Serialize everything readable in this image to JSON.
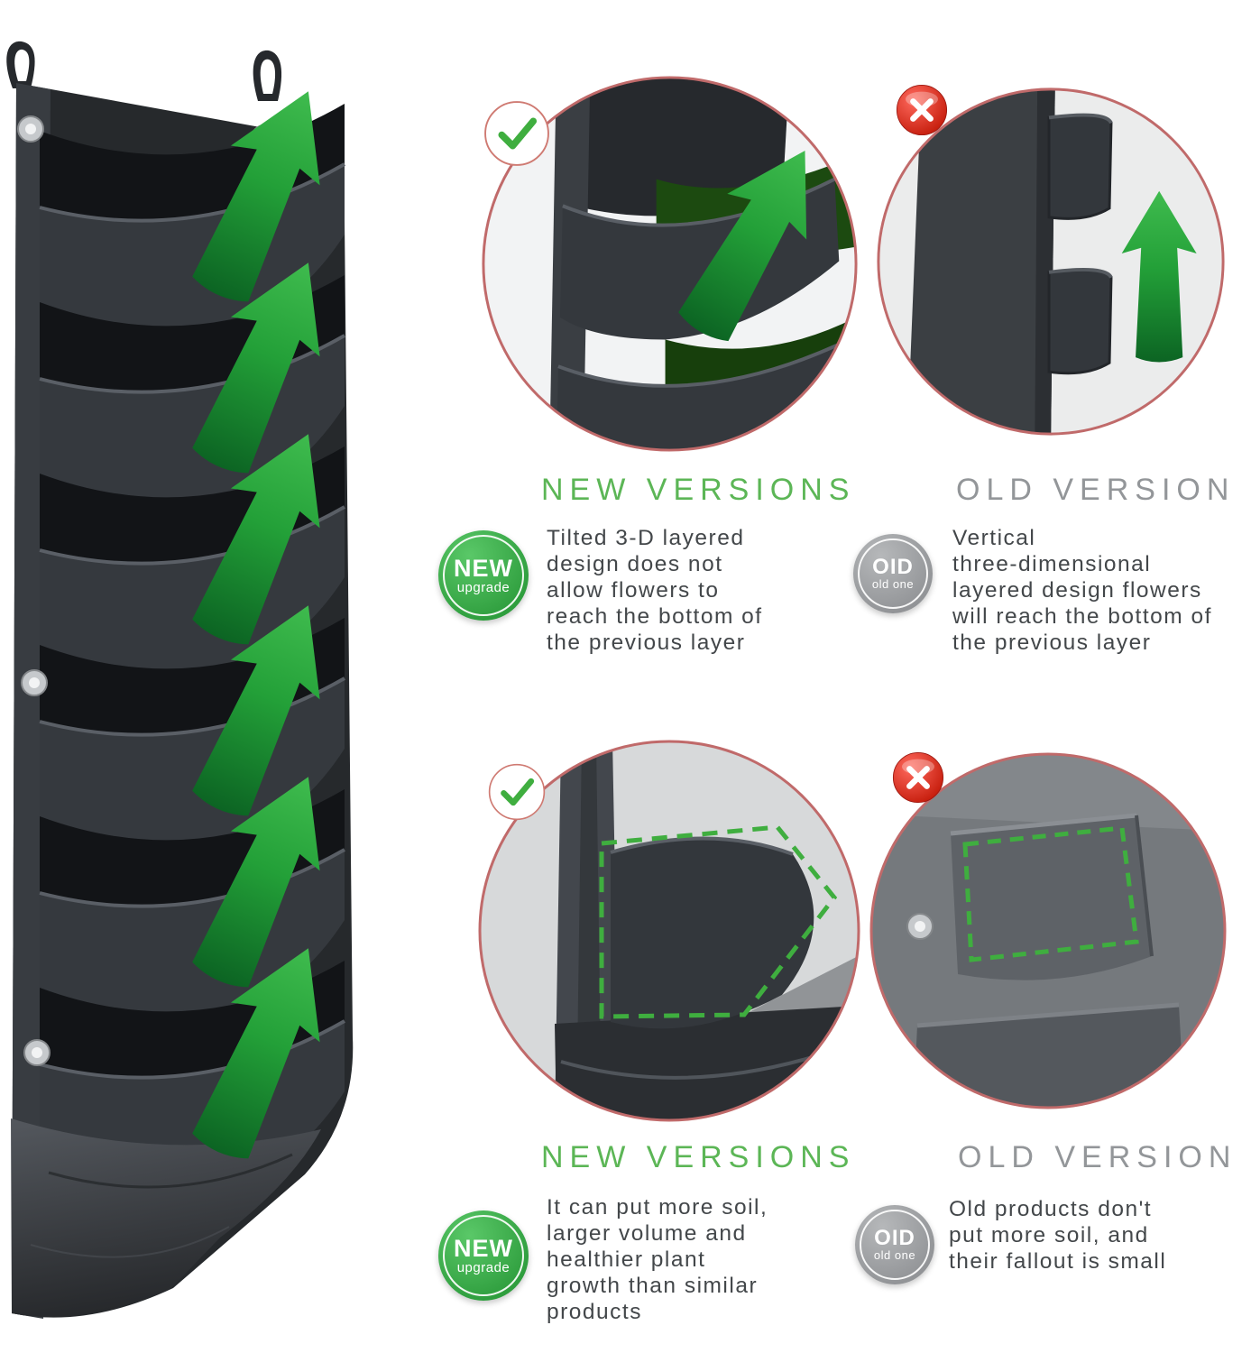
{
  "title": "Vertical hanging garden planter — new vs old version comparison",
  "colors": {
    "accent_green": "#3fae3f",
    "heading_green": "#5cb656",
    "heading_gray": "#939699",
    "body_text": "#43474a",
    "badge_green": "#2f9e3e",
    "badge_gray": "#97999c",
    "circle_ring_red": "#c06a6a",
    "felt_dark": "#2a2d31"
  },
  "icons": {
    "check": "✓",
    "cross": "✕",
    "up_arrow": "↑"
  },
  "planter": {
    "pocket_count": 6
  },
  "sections": [
    {
      "new": {
        "heading": "NEW VERSIONS",
        "badge": {
          "title": "NEW",
          "subtitle": "upgrade"
        },
        "text": "Tilted 3-D layered\ndesign does not\nallow flowers to\nreach the bottom of\nthe previous layer"
      },
      "old": {
        "heading": "OLD VERSION",
        "badge": {
          "title": "OID",
          "subtitle": "old one"
        },
        "text": "Vertical\nthree-dimensional\nlayered design flowers\nwill reach the bottom of\nthe previous layer"
      }
    },
    {
      "new": {
        "heading": "NEW VERSIONS",
        "badge": {
          "title": "NEW",
          "subtitle": "upgrade"
        },
        "text": "It can put more soil,\nlarger volume and\nhealthier plant\ngrowth than similar\nproducts"
      },
      "old": {
        "heading": "OLD VERSION",
        "badge": {
          "title": "OID",
          "subtitle": "old one"
        },
        "text": "Old products don't\nput more soil, and\ntheir fallout is small"
      }
    }
  ]
}
